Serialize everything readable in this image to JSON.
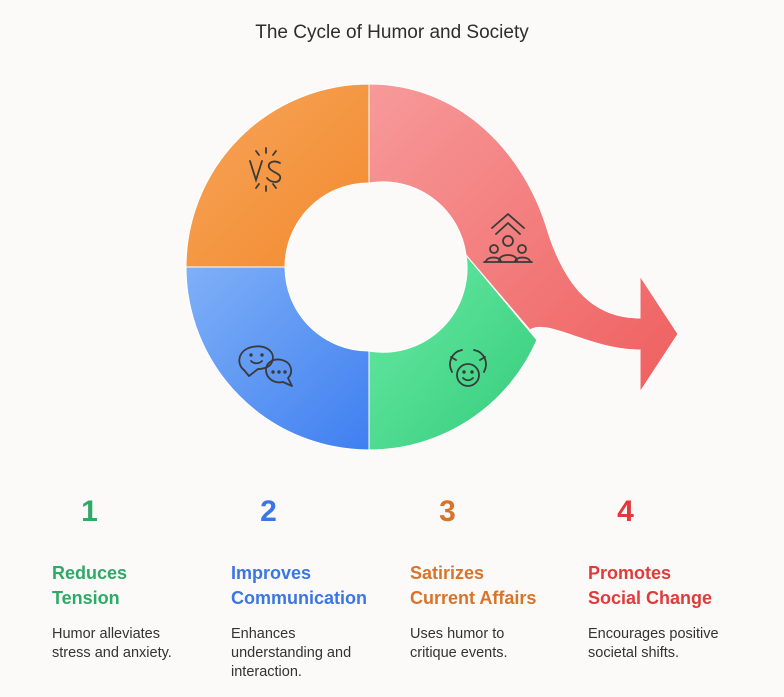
{
  "title": "The Cycle of Humor and Society",
  "colors": {
    "orange": "#f29a44",
    "blue": "#5c93f0",
    "green": "#43d68a",
    "red": "#f06a6a",
    "text_green": "#2eaa67",
    "text_blue": "#3a76e6",
    "text_orange": "#d8742a",
    "text_red": "#e03b3b"
  },
  "steps": [
    {
      "number": "1",
      "heading_line1": "Reduces",
      "heading_line2": "Tension",
      "desc_line1": "Humor alleviates",
      "desc_line2": "stress and anxiety.",
      "desc_line3": "",
      "icon": "vs-icon"
    },
    {
      "number": "2",
      "heading_line1": "Improves",
      "heading_line2": "Communication",
      "desc_line1": "Enhances",
      "desc_line2": "understanding and",
      "desc_line3": "interaction.",
      "icon": "chat-bubbles-icon"
    },
    {
      "number": "3",
      "heading_line1": "Satirizes",
      "heading_line2": "Current Affairs",
      "desc_line1": "Uses humor to",
      "desc_line2": "critique events.",
      "desc_line3": "",
      "icon": "laughing-face-icon"
    },
    {
      "number": "4",
      "heading_line1": "Promotes",
      "heading_line2": "Social Change",
      "desc_line1": "Encourages positive",
      "desc_line2": "societal shifts.",
      "desc_line3": "",
      "icon": "community-growth-icon"
    }
  ]
}
